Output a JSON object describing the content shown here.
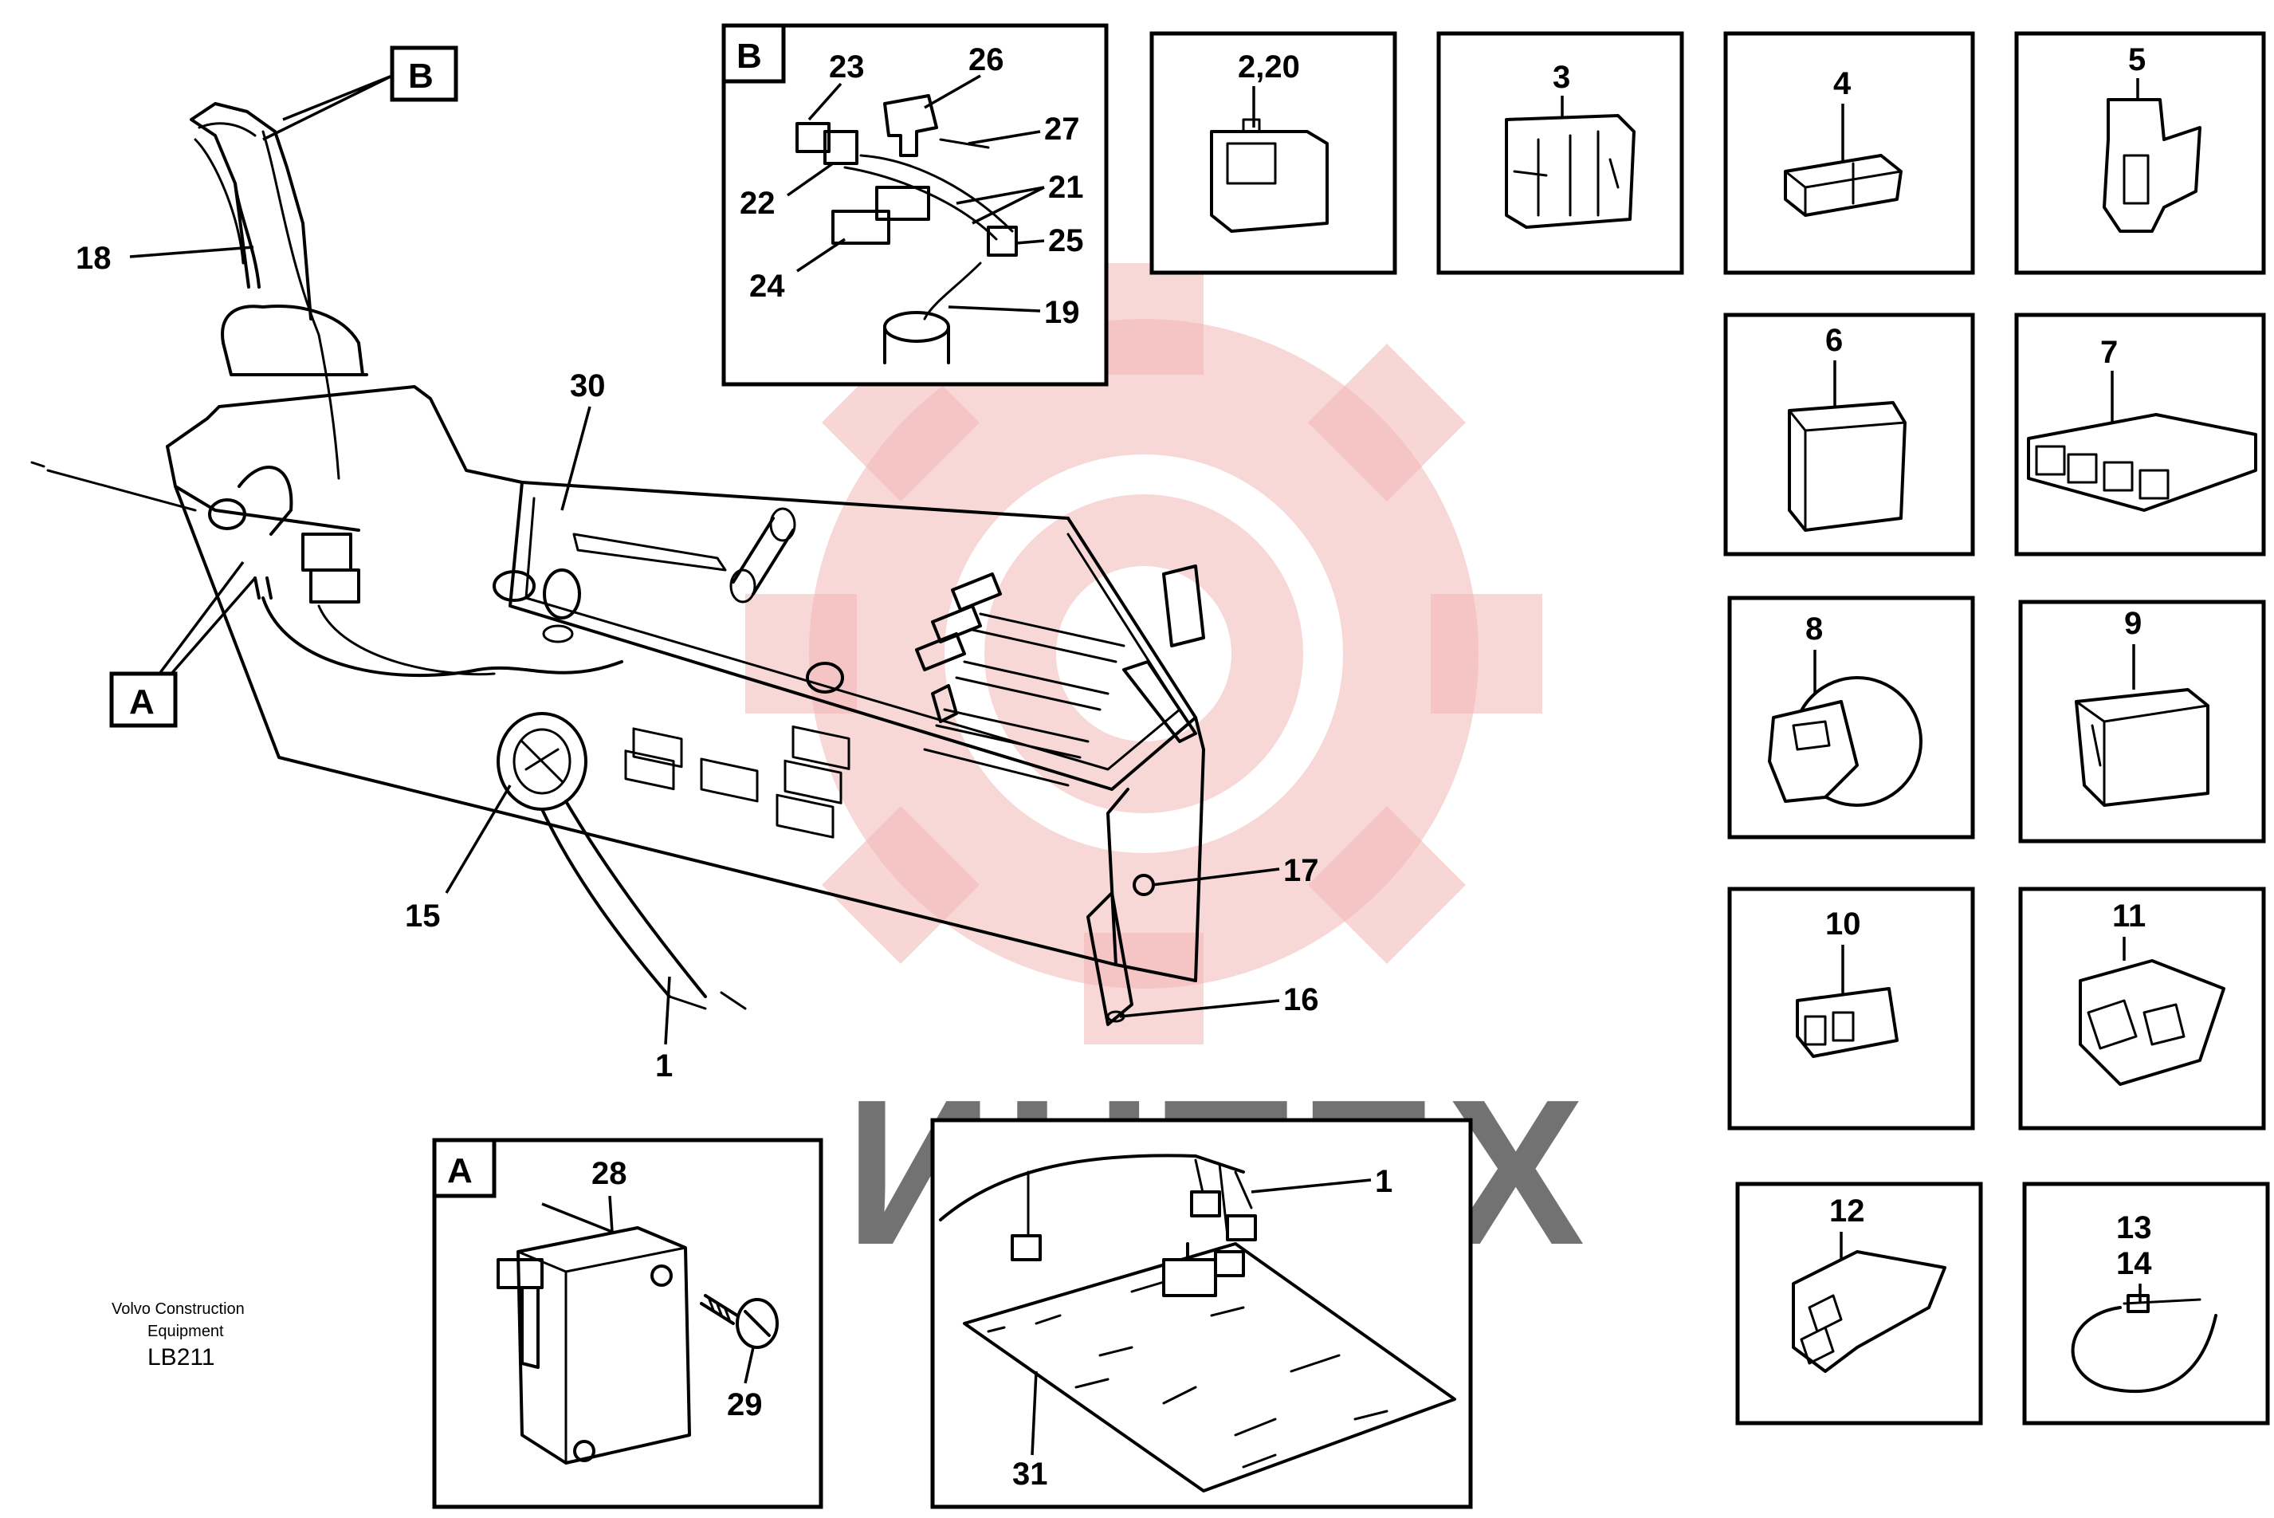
{
  "info_block": {
    "company_line1": "Volvo Construction",
    "company_line2": "Equipment",
    "drawing_code": "LB211"
  },
  "watermark": {
    "text": "ИНТЕХ"
  },
  "detail_boxes": {
    "B": "B",
    "A": "A"
  },
  "main_labels": {
    "B": "B",
    "A": "A",
    "l18": "18",
    "l30": "30",
    "l15": "15",
    "l1": "1",
    "l17": "17",
    "l16": "16"
  },
  "detail_B_labels": {
    "l23": "23",
    "l26": "26",
    "l27": "27",
    "l22": "22",
    "l21": "21",
    "l25": "25",
    "l24": "24",
    "l19": "19"
  },
  "detail_A_labels": {
    "l28": "28",
    "l29": "29"
  },
  "board_labels": {
    "l1": "1",
    "l31": "31"
  },
  "connectors": [
    {
      "label": "2,20"
    },
    {
      "label": "3"
    },
    {
      "label": "4"
    },
    {
      "label": "5"
    },
    {
      "label": "6"
    },
    {
      "label": "7"
    },
    {
      "label": "8"
    },
    {
      "label": "9"
    },
    {
      "label": "10"
    },
    {
      "label": "11"
    },
    {
      "label": "12"
    },
    {
      "label": "13"
    },
    {
      "label": "14"
    }
  ]
}
